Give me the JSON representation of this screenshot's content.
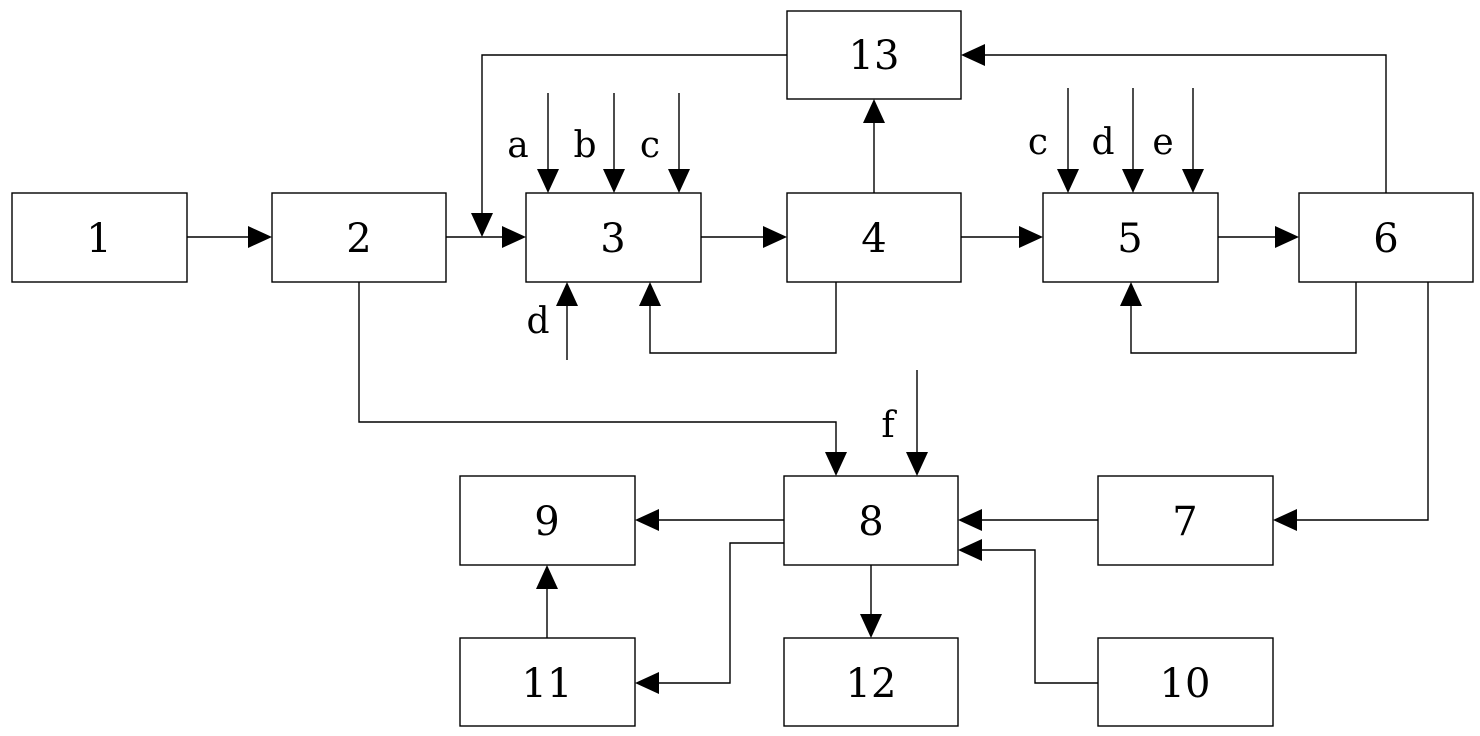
{
  "blocks": {
    "b1": "1",
    "b2": "2",
    "b3": "3",
    "b4": "4",
    "b5": "5",
    "b6": "6",
    "b7": "7",
    "b8": "8",
    "b9": "9",
    "b10": "10",
    "b11": "11",
    "b12": "12",
    "b13": "13"
  },
  "inputs": {
    "into3": [
      "a",
      "b",
      "c"
    ],
    "into3_bottom": "d",
    "into5": [
      "c",
      "d",
      "e"
    ],
    "into8": "f"
  },
  "colors": {
    "stroke": "#000000",
    "background": "#ffffff"
  }
}
